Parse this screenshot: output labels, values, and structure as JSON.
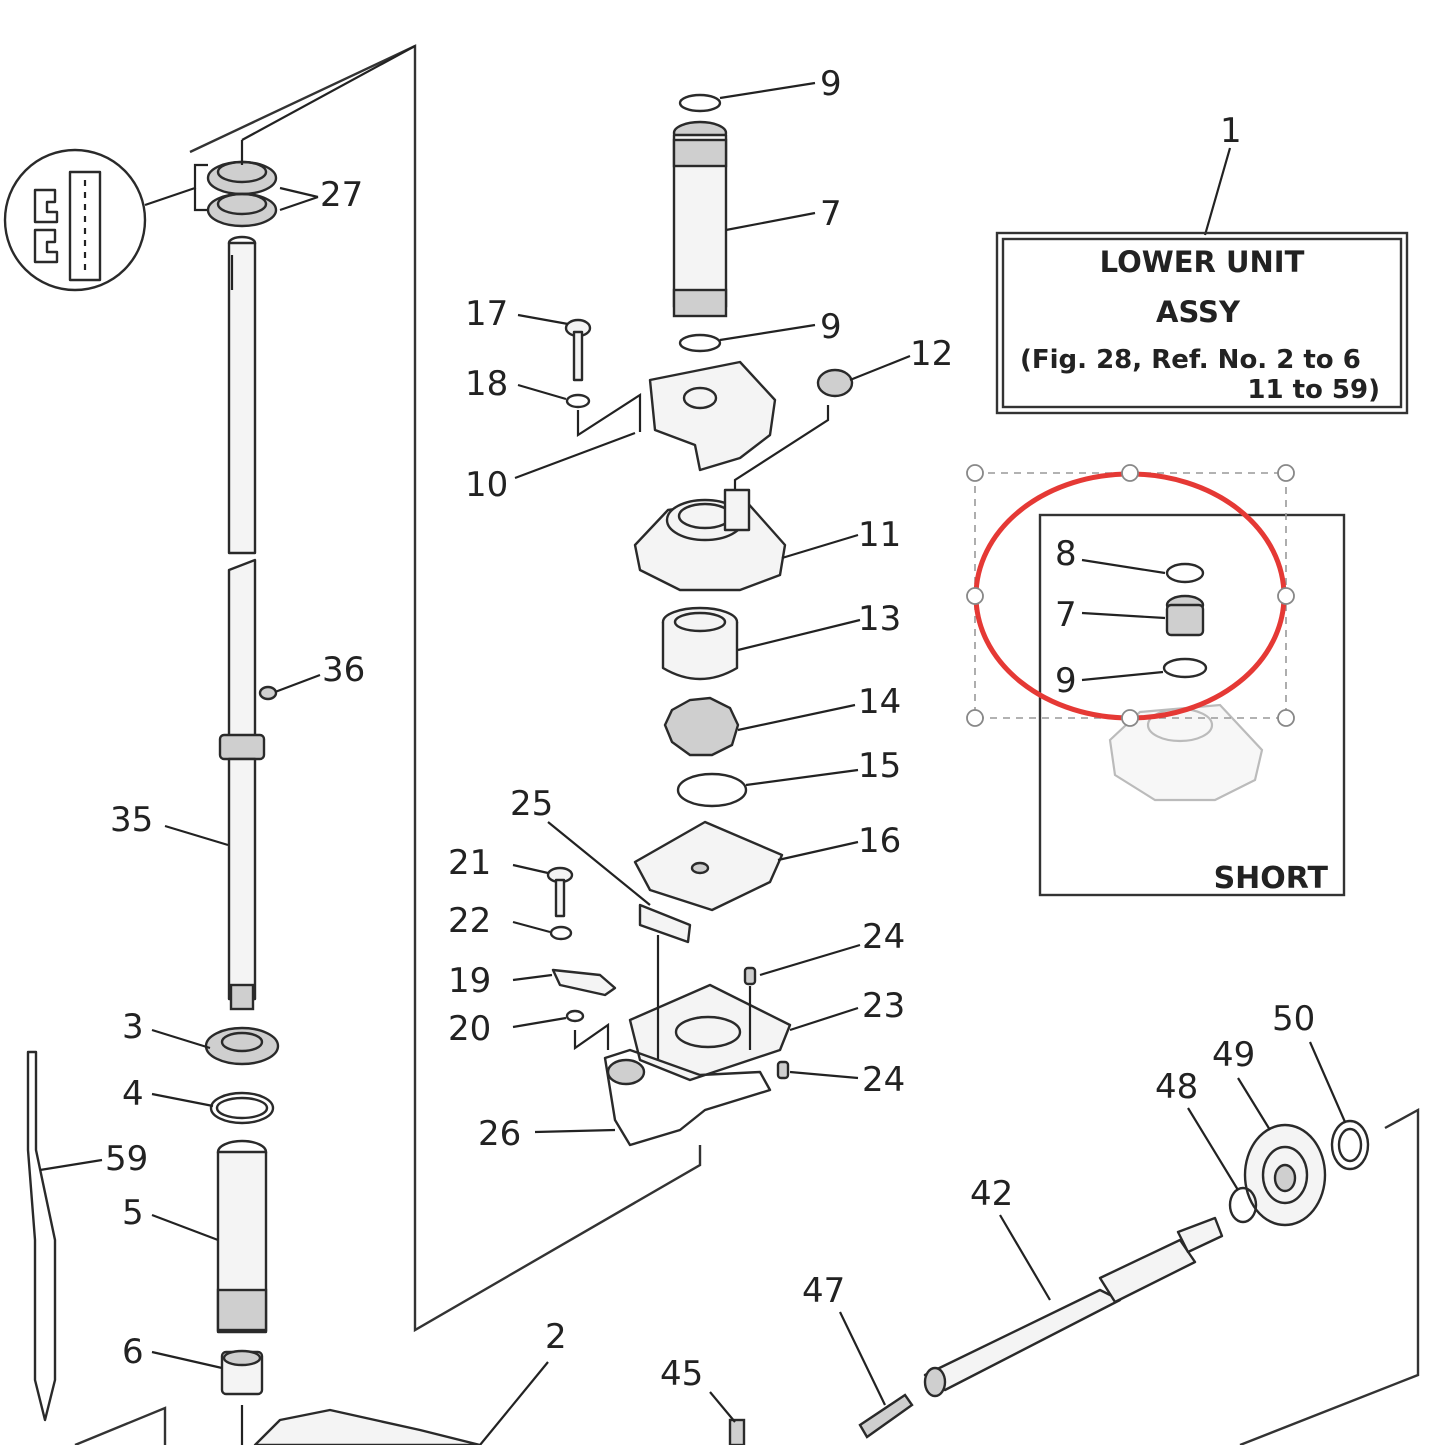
{
  "assembly_box": {
    "line1": "LOWER UNIT",
    "line2": "ASSY",
    "line3": "(Fig. 28, Ref. No. 2 to 6",
    "line4": "11 to 59)",
    "callout": "1"
  },
  "short_box": {
    "label": "SHORT",
    "callouts": [
      "8",
      "7",
      "9"
    ]
  },
  "callouts": [
    "9",
    "7",
    "9",
    "17",
    "18",
    "12",
    "10",
    "11",
    "13",
    "14",
    "15",
    "16",
    "25",
    "21",
    "22",
    "24",
    "19",
    "23",
    "20",
    "24",
    "26",
    "27",
    "36",
    "35",
    "3",
    "4",
    "59",
    "5",
    "6",
    "2",
    "50",
    "49",
    "48",
    "42",
    "47",
    "45"
  ],
  "colors": {
    "line": "#2a2a2a",
    "highlight": "#e53935",
    "selection": "#999999"
  },
  "icons": {
    "selection_handle": "square-handle-icon",
    "highlight": "ellipse-highlight-icon"
  }
}
